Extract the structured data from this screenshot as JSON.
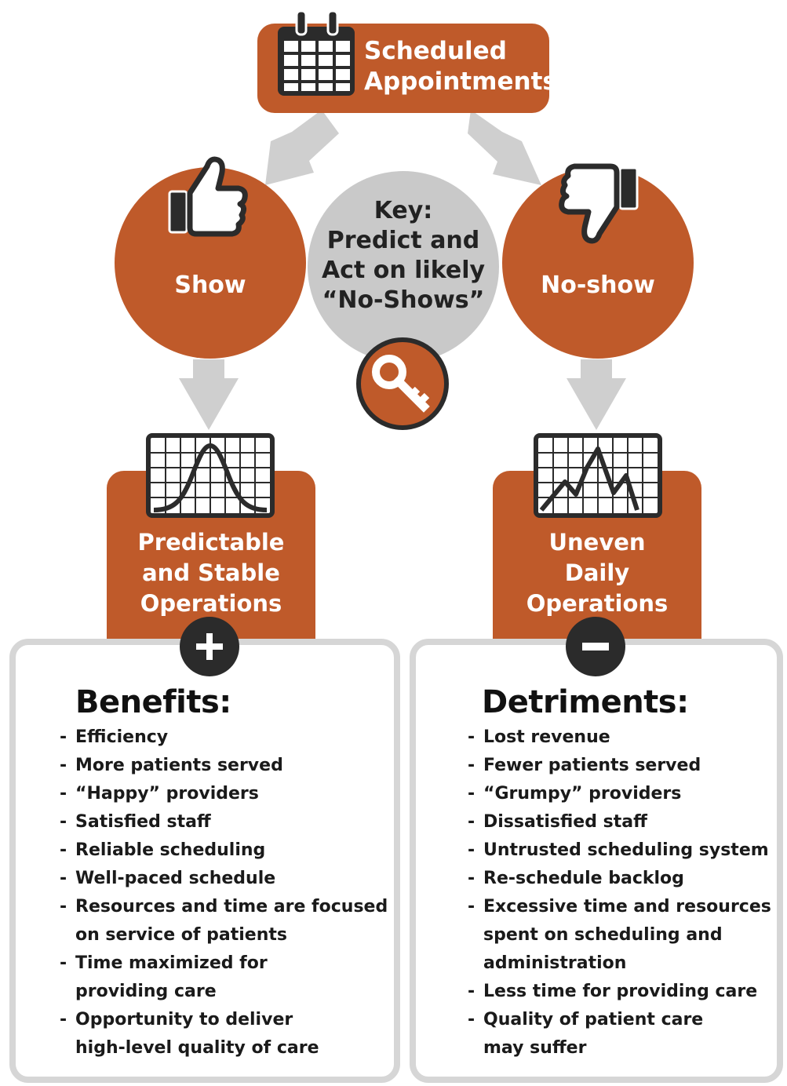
{
  "top": {
    "title_line1": "Scheduled",
    "title_line2": "Appointments"
  },
  "show": {
    "label": "Show"
  },
  "noshow": {
    "label": "No-show"
  },
  "key": {
    "line1": "Key:",
    "line2": "Predict and",
    "line3": "Act on likely",
    "line4": "“No-Shows”"
  },
  "left_box": {
    "line1": "Predictable",
    "line2": "and Stable",
    "line3": "Operations"
  },
  "right_box": {
    "line1": "Uneven",
    "line2": "Daily",
    "line3": "Operations"
  },
  "benefits": {
    "title": "Benefits:",
    "items": [
      "Efficiency",
      "More patients served",
      "“Happy” providers",
      "Satisfied staff",
      "Reliable scheduling",
      "Well-paced schedule",
      "Resources and time are focused on service of patients",
      "Time maximized for providing care",
      "Opportunity to deliver high-level quality of care"
    ]
  },
  "detriments": {
    "title": "Detriments:",
    "items": [
      "Lost revenue",
      "Fewer patients served",
      "“Grumpy” providers",
      "Dissatisfied staff",
      "Untrusted scheduling system",
      "Re-schedule backlog",
      "Excessive time and resources spent on scheduling and administration",
      "Less time for providing care",
      "Quality of patient care may suffer"
    ]
  },
  "icons": {
    "calendar": "calendar-icon",
    "thumbs_up": "thumbs-up-icon",
    "thumbs_down": "thumbs-down-icon",
    "key": "key-icon",
    "bell_curve": "bell-curve-chart-icon",
    "jagged_line": "jagged-line-chart-icon",
    "plus": "plus-icon",
    "minus": "minus-icon"
  },
  "colors": {
    "accent": "#bf5a2a",
    "dark": "#2b2b2b",
    "gray": "#c9c9c9"
  }
}
